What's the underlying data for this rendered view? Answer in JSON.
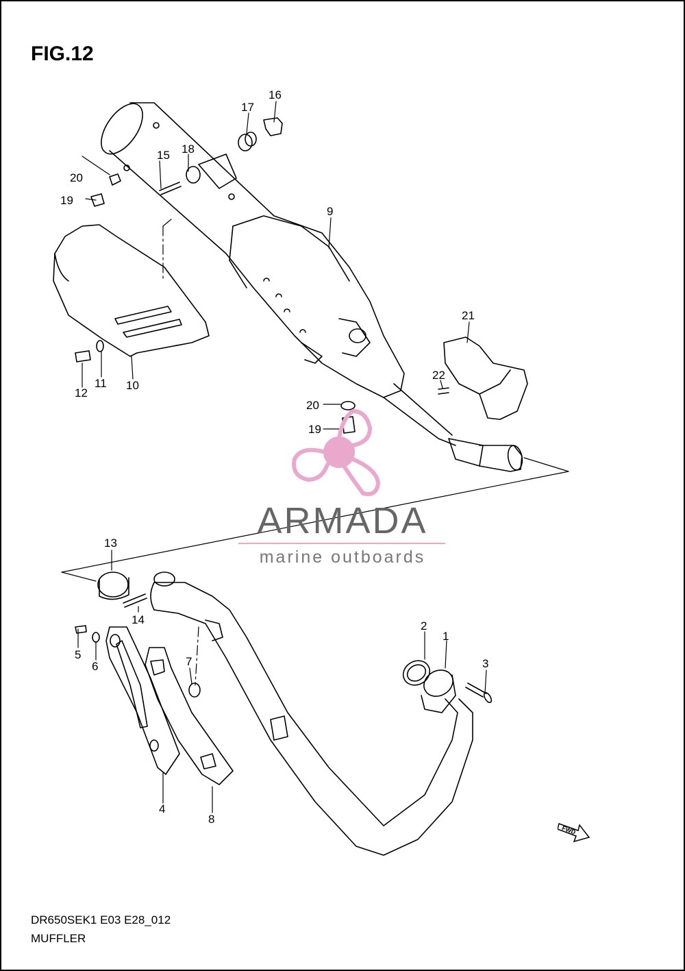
{
  "figure": {
    "title": "FIG.12"
  },
  "callouts": [
    {
      "id": "c16",
      "label": "16"
    },
    {
      "id": "c17",
      "label": "17"
    },
    {
      "id": "c18",
      "label": "18"
    },
    {
      "id": "c15",
      "label": "15"
    },
    {
      "id": "c20a",
      "label": "20"
    },
    {
      "id": "c19a",
      "label": "19"
    },
    {
      "id": "c9",
      "label": "9"
    },
    {
      "id": "c21",
      "label": "21"
    },
    {
      "id": "c22",
      "label": "22"
    },
    {
      "id": "c12",
      "label": "12"
    },
    {
      "id": "c11",
      "label": "11"
    },
    {
      "id": "c10",
      "label": "10"
    },
    {
      "id": "c20b",
      "label": "20"
    },
    {
      "id": "c19b",
      "label": "19"
    },
    {
      "id": "c13",
      "label": "13"
    },
    {
      "id": "c14",
      "label": "14"
    },
    {
      "id": "c5",
      "label": "5"
    },
    {
      "id": "c6",
      "label": "6"
    },
    {
      "id": "c7",
      "label": "7"
    },
    {
      "id": "c2",
      "label": "2"
    },
    {
      "id": "c1",
      "label": "1"
    },
    {
      "id": "c3",
      "label": "3"
    },
    {
      "id": "c4",
      "label": "4"
    },
    {
      "id": "c8",
      "label": "8"
    }
  ],
  "watermark": {
    "brand": "ARMADA",
    "tagline": "marine outboards",
    "accent_color": "#e9a8cc"
  },
  "fwd_label": "FWD",
  "footer": {
    "code": "DR650SEK1 E03 E28_012",
    "caption": "MUFFLER"
  }
}
